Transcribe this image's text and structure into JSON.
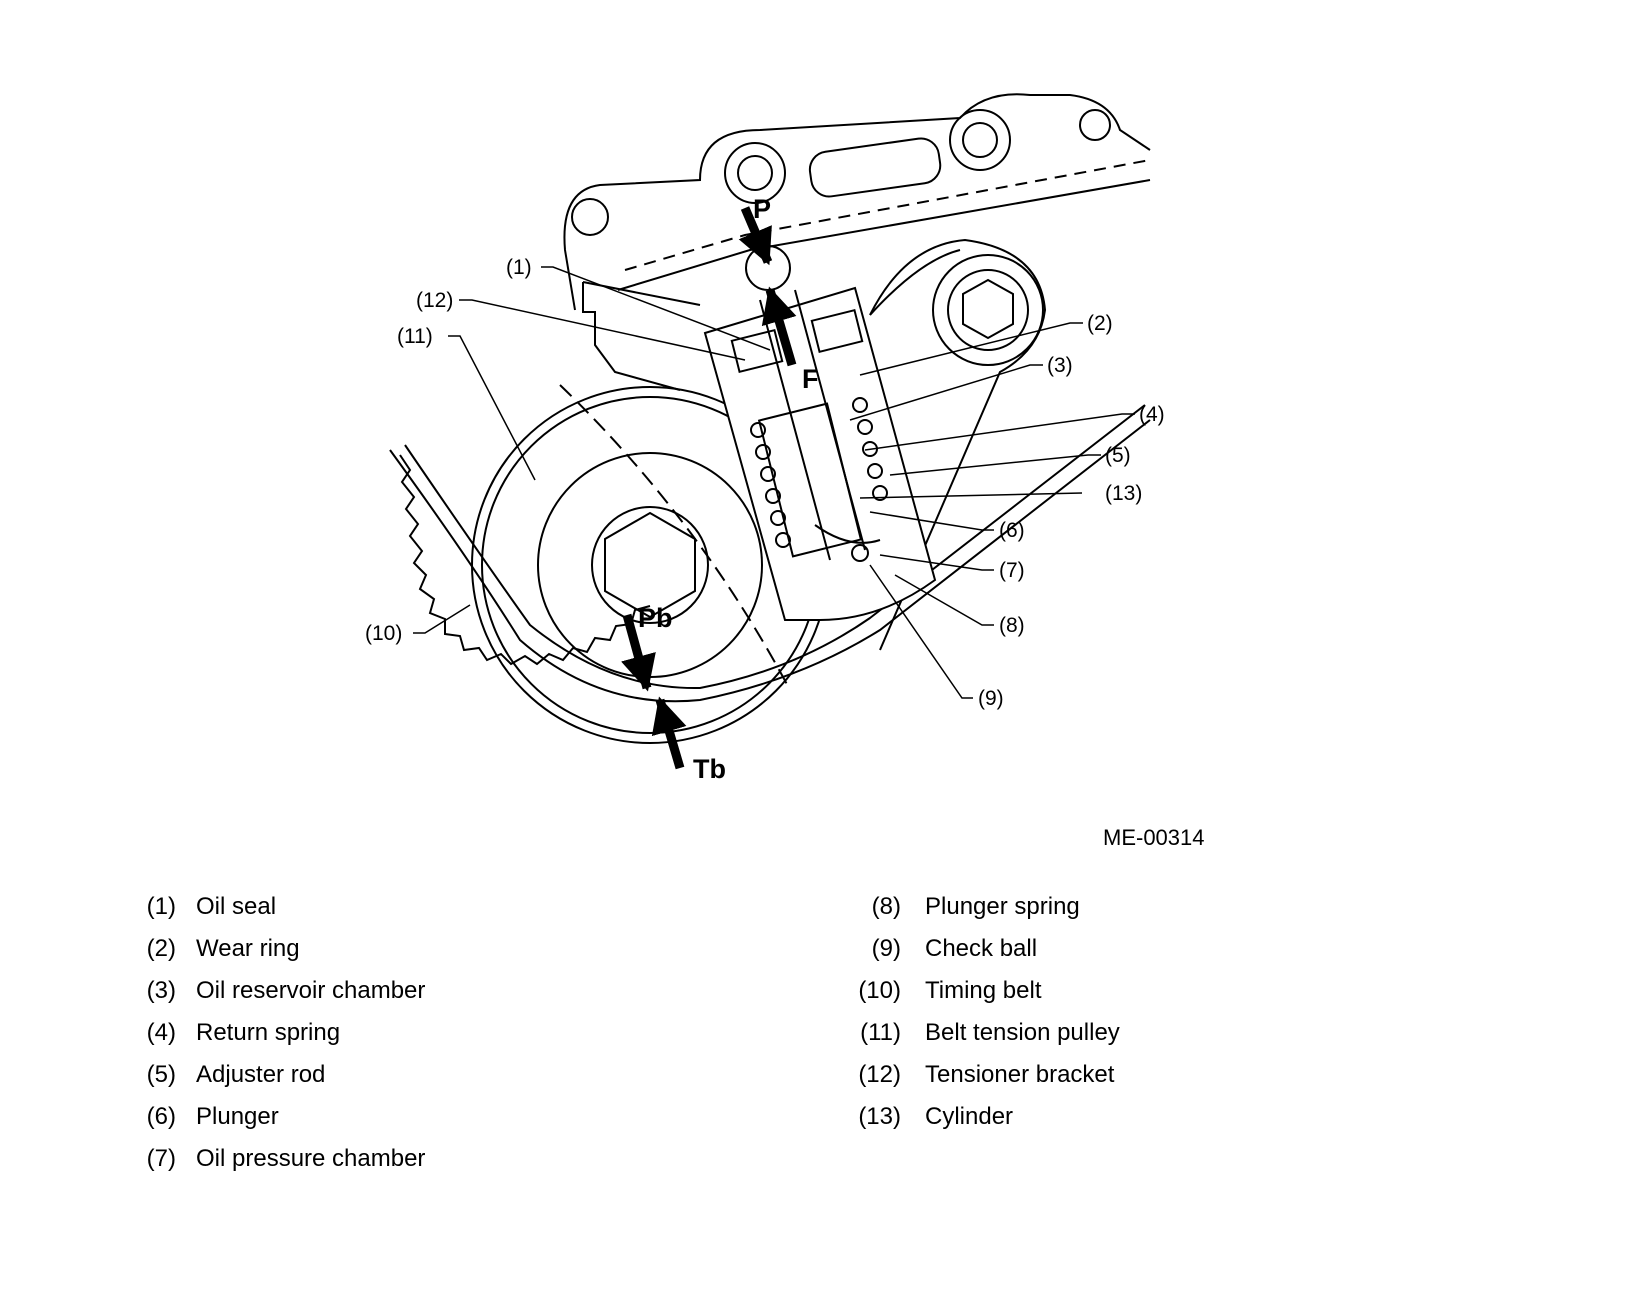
{
  "figure_id": "ME-00314",
  "callouts": {
    "c1": "(1)",
    "c2": "(2)",
    "c3": "(3)",
    "c4": "(4)",
    "c5": "(5)",
    "c6": "(6)",
    "c7": "(7)",
    "c8": "(8)",
    "c9": "(9)",
    "c10": "(10)",
    "c11": "(11)",
    "c12": "(12)",
    "c13": "(13)"
  },
  "forces": {
    "p": "P",
    "f": "F",
    "pb": "Pb",
    "tb": "Tb"
  },
  "legend": {
    "left": [
      {
        "num": "(1)",
        "label": "Oil seal"
      },
      {
        "num": "(2)",
        "label": "Wear ring"
      },
      {
        "num": "(3)",
        "label": "Oil reservoir chamber"
      },
      {
        "num": "(4)",
        "label": "Return spring"
      },
      {
        "num": "(5)",
        "label": "Adjuster rod"
      },
      {
        "num": "(6)",
        "label": "Plunger"
      },
      {
        "num": "(7)",
        "label": "Oil pressure chamber"
      }
    ],
    "right": [
      {
        "num": "(8)",
        "label": "Plunger spring"
      },
      {
        "num": "(9)",
        "label": "Check ball"
      },
      {
        "num": "(10)",
        "label": "Timing belt"
      },
      {
        "num": "(11)",
        "label": "Belt tension pulley"
      },
      {
        "num": "(12)",
        "label": "Tensioner bracket"
      },
      {
        "num": "(13)",
        "label": "Cylinder"
      }
    ]
  }
}
